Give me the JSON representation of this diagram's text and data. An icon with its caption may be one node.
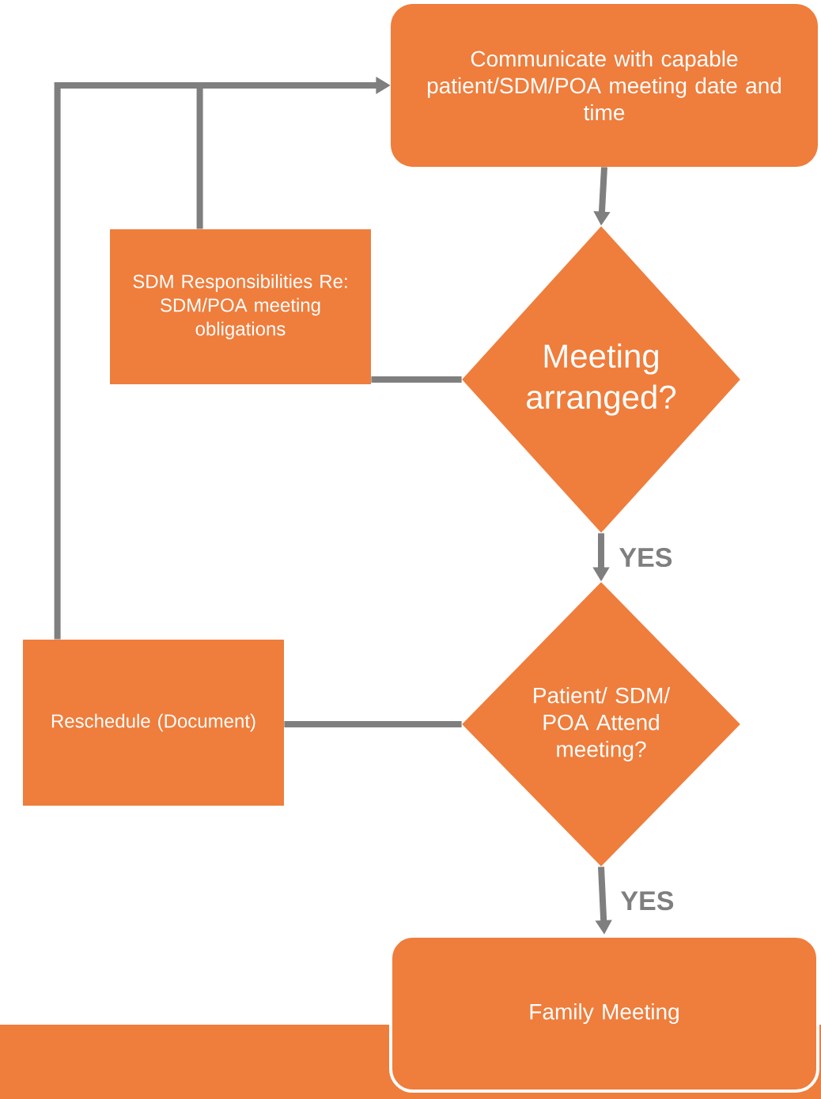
{
  "diagram": {
    "nodes": [
      {
        "text": [
          "Communicate with capable patient/SDM/POA meeting date and time"
        ]
      },
      {
        "text": [
          "Meeting arranged?"
        ]
      },
      {
        "text": [
          "SDM Responsibilities Re:  SDM/POA meeting obligations"
        ]
      },
      {
        "text": [
          "Patient/ SDM/ POA Attend meeting?"
        ]
      },
      {
        "text": [
          "Reschedule (Document)"
        ]
      },
      {
        "text": [
          "Family Meeting"
        ]
      }
    ],
    "edges": [
      {
        "from": 0,
        "to": 1,
        "arrow": "to"
      },
      {
        "from": 1,
        "to": 3,
        "arrow": "to",
        "label": "YES"
      },
      {
        "from": 3,
        "to": 5,
        "arrow": "to",
        "label": "YES"
      },
      {
        "from": 1,
        "to": 2,
        "arrow": "none"
      },
      {
        "from": 3,
        "to": 4,
        "arrow": "none"
      },
      {
        "from": 2,
        "to": 0,
        "arrow": "to"
      },
      {
        "from": 4,
        "to": 0,
        "arrow": "to"
      }
    ]
  }
}
